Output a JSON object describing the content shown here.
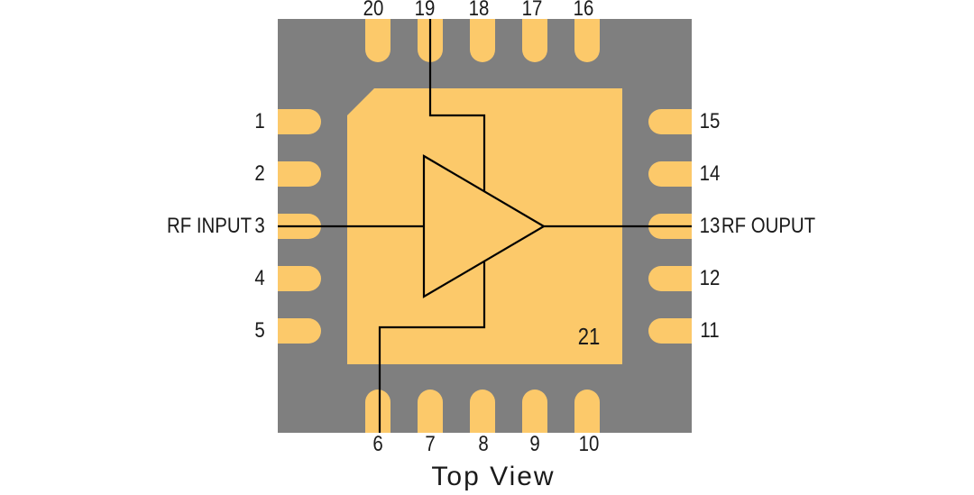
{
  "diagram": {
    "title": "Top View",
    "exposed_pad_label": "21",
    "labels": {
      "rf_input": "RF INPUT",
      "rf_output": "RF OUPUT"
    },
    "pins": {
      "top": [
        "20",
        "19",
        "18",
        "17",
        "16"
      ],
      "left": [
        "1",
        "2",
        "3",
        "4",
        "5"
      ],
      "right": [
        "15",
        "14",
        "13",
        "12",
        "11"
      ],
      "bottom": [
        "6",
        "7",
        "8",
        "9",
        "10"
      ]
    },
    "colors": {
      "package": "#7F7F7F",
      "pad": "#FCC96A",
      "trace": "#000000",
      "text": "#1A1A1A",
      "background": "#FFFFFF"
    }
  }
}
